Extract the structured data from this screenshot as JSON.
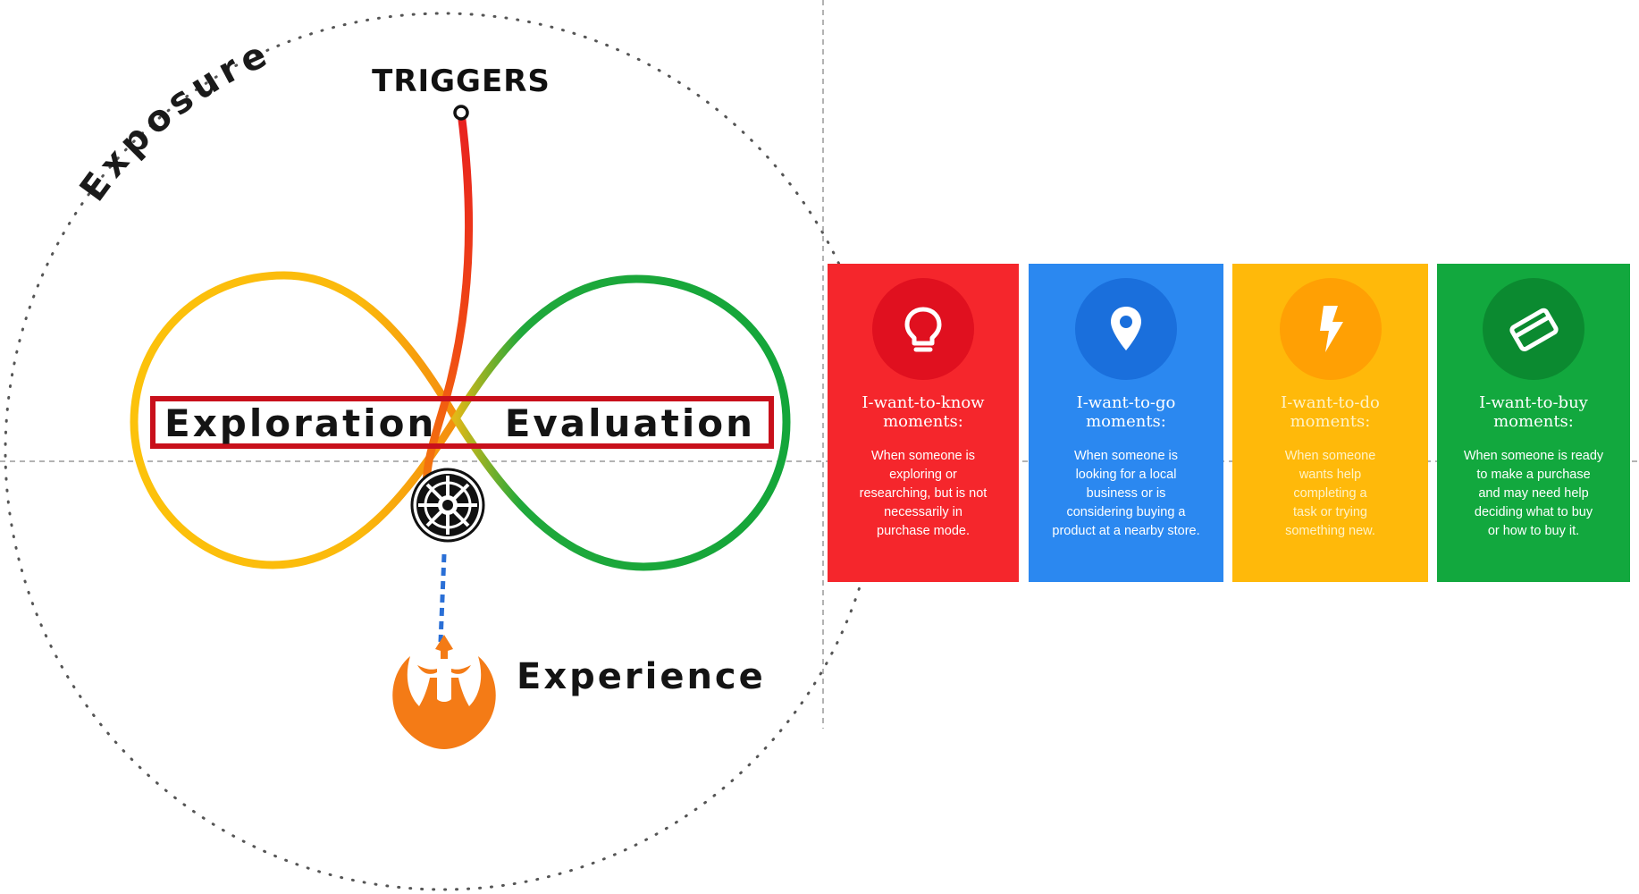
{
  "diagram": {
    "exposure_label": "Exposure",
    "triggers_label": "TRIGGERS",
    "exploration_label": "Exploration",
    "evaluation_label": "Evaluation",
    "experience_label": "Experience"
  },
  "cards": [
    {
      "title": "I-want-to-know\nmoments:",
      "description": "When someone is\nexploring or\nresearching, but is not\nnecessarily in\npurchase mode.",
      "icon": "lightbulb-icon",
      "color": "#f5262c",
      "icon_bg": "#e0101f"
    },
    {
      "title": "I-want-to-go\nmoments:",
      "description": "When someone is\nlooking for a local\nbusiness or is\nconsidering buying a\nproduct at a nearby store.",
      "icon": "map-pin-icon",
      "color": "#2b88f0",
      "icon_bg": "#1a6fdc"
    },
    {
      "title": "I-want-to-do\nmoments:",
      "description": "When someone\nwants help\ncompleting a\ntask or trying\nsomething new.",
      "icon": "lightning-icon",
      "color": "#ffb90a",
      "icon_bg": "#ffa004"
    },
    {
      "title": "I-want-to-buy\nmoments:",
      "description": "When someone is ready\nto make a purchase\nand may need help\ndeciding what to buy\nor how to buy it.",
      "icon": "credit-card-icon",
      "color": "#12a83e",
      "icon_bg": "#0b8a30"
    }
  ]
}
